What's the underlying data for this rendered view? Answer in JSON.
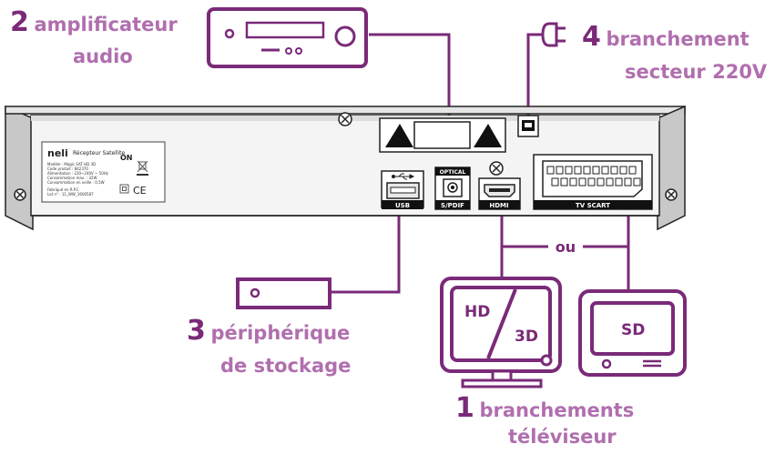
{
  "labels": {
    "amp": {
      "num": "2",
      "line1": "amplificateur",
      "line2": "audio"
    },
    "power": {
      "num": "4",
      "line1": "branchement",
      "line2": "secteur 220V"
    },
    "storage": {
      "num": "3",
      "line1": "périphérique",
      "line2": "de stockage"
    },
    "tv": {
      "num": "1",
      "line1": "branchements",
      "line2": "téléviseur"
    },
    "ou": "ou"
  },
  "receiver": {
    "brand": "neli",
    "title": "Récepteur Satellite",
    "on": "ON",
    "sticker_lines": [
      "Modèle : Magic SAT HD 3D",
      "Code produit : 842370",
      "Alimentation : 220~240V ~ 50Hz",
      "Consommation max. : 32W",
      "Consommation en veille : 0,5W"
    ],
    "sticker_footer": [
      "Fabriqué en R.P.C.",
      "Lot n° : 11_WW_1600587"
    ],
    "ce": "CE",
    "port_labels": {
      "usb": "USB",
      "optical_top": "OPTICAL",
      "optical_bottom": "S/PDIF",
      "hdmi": "HDMI",
      "scart": "TV SCART"
    }
  },
  "screens": {
    "hd": "HD",
    "threed": "3D",
    "sd": "SD"
  },
  "colors": {
    "purple_dark": "#7a2a78",
    "purple_light": "#b06fae"
  }
}
